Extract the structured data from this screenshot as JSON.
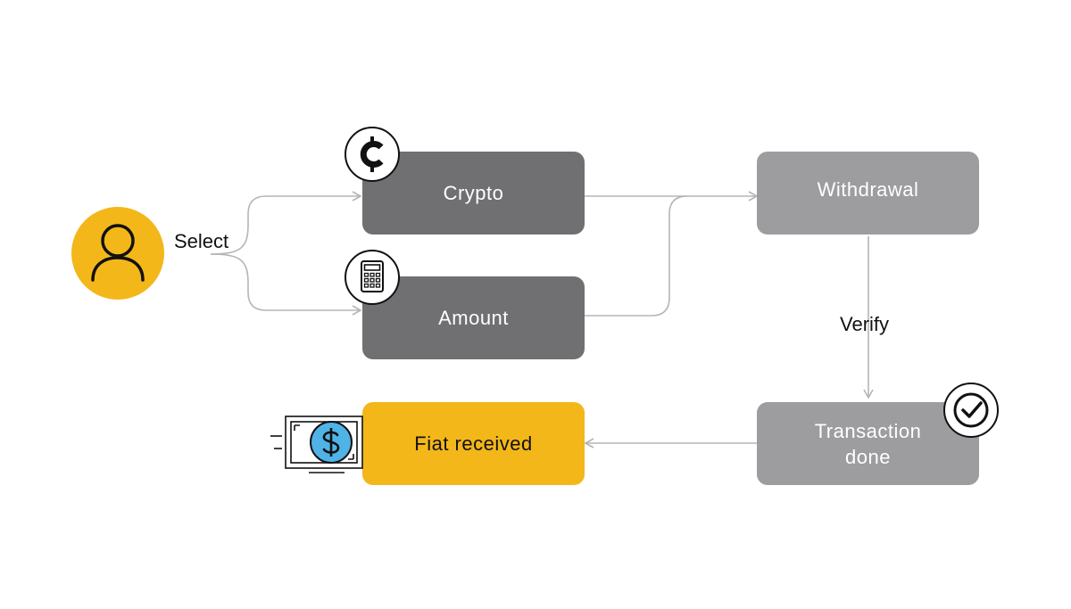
{
  "labels": {
    "select": "Select",
    "verify": "Verify"
  },
  "nodes": {
    "crypto": "Crypto",
    "amount": "Amount",
    "withdrawal": "Withdrawal",
    "transaction": "Transaction\ndone",
    "fiat": "Fiat received"
  },
  "icons": {
    "user": "user-icon",
    "crypto": "crypto-coin-icon",
    "calculator": "calculator-icon",
    "check": "check-circle-icon",
    "money": "dollar-bill-icon"
  },
  "colors": {
    "dark_box": "#707073",
    "light_box": "#9d9da0",
    "accent": "#f4b719",
    "connector": "#b5b5b5",
    "money_coin": "#4fb3e6"
  }
}
